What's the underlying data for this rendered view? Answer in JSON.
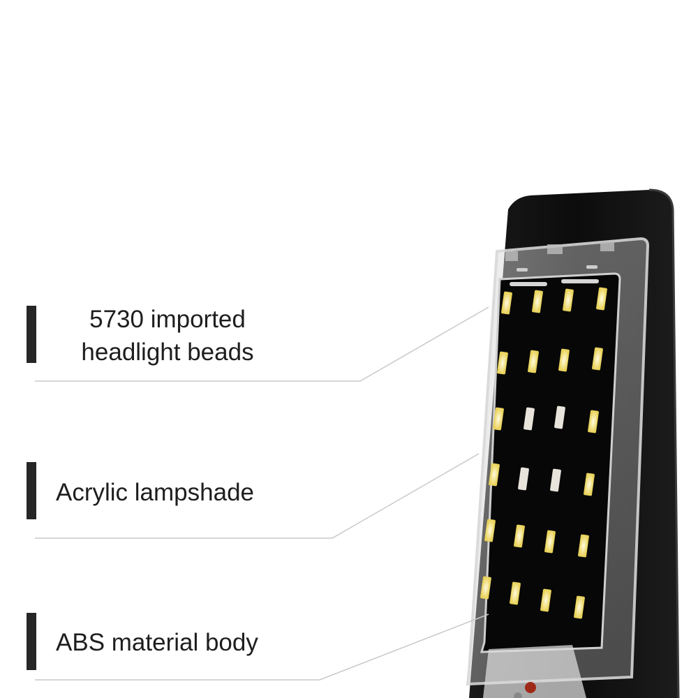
{
  "callouts": [
    {
      "line1": "5730 imported",
      "line2": "headlight beads"
    },
    {
      "line1": "Acrylic lampshade"
    },
    {
      "line1": "ABS material body"
    }
  ],
  "colors": {
    "background": "#ffffff",
    "text": "#1e1e1e",
    "bar": "#262626",
    "leader_line": "#c8c8c8",
    "lamp_body": "#111111",
    "led_warm": "#f4e27a",
    "led_cool": "#e8e4dc"
  },
  "led_grid": {
    "rows": 6,
    "columns": 4
  }
}
